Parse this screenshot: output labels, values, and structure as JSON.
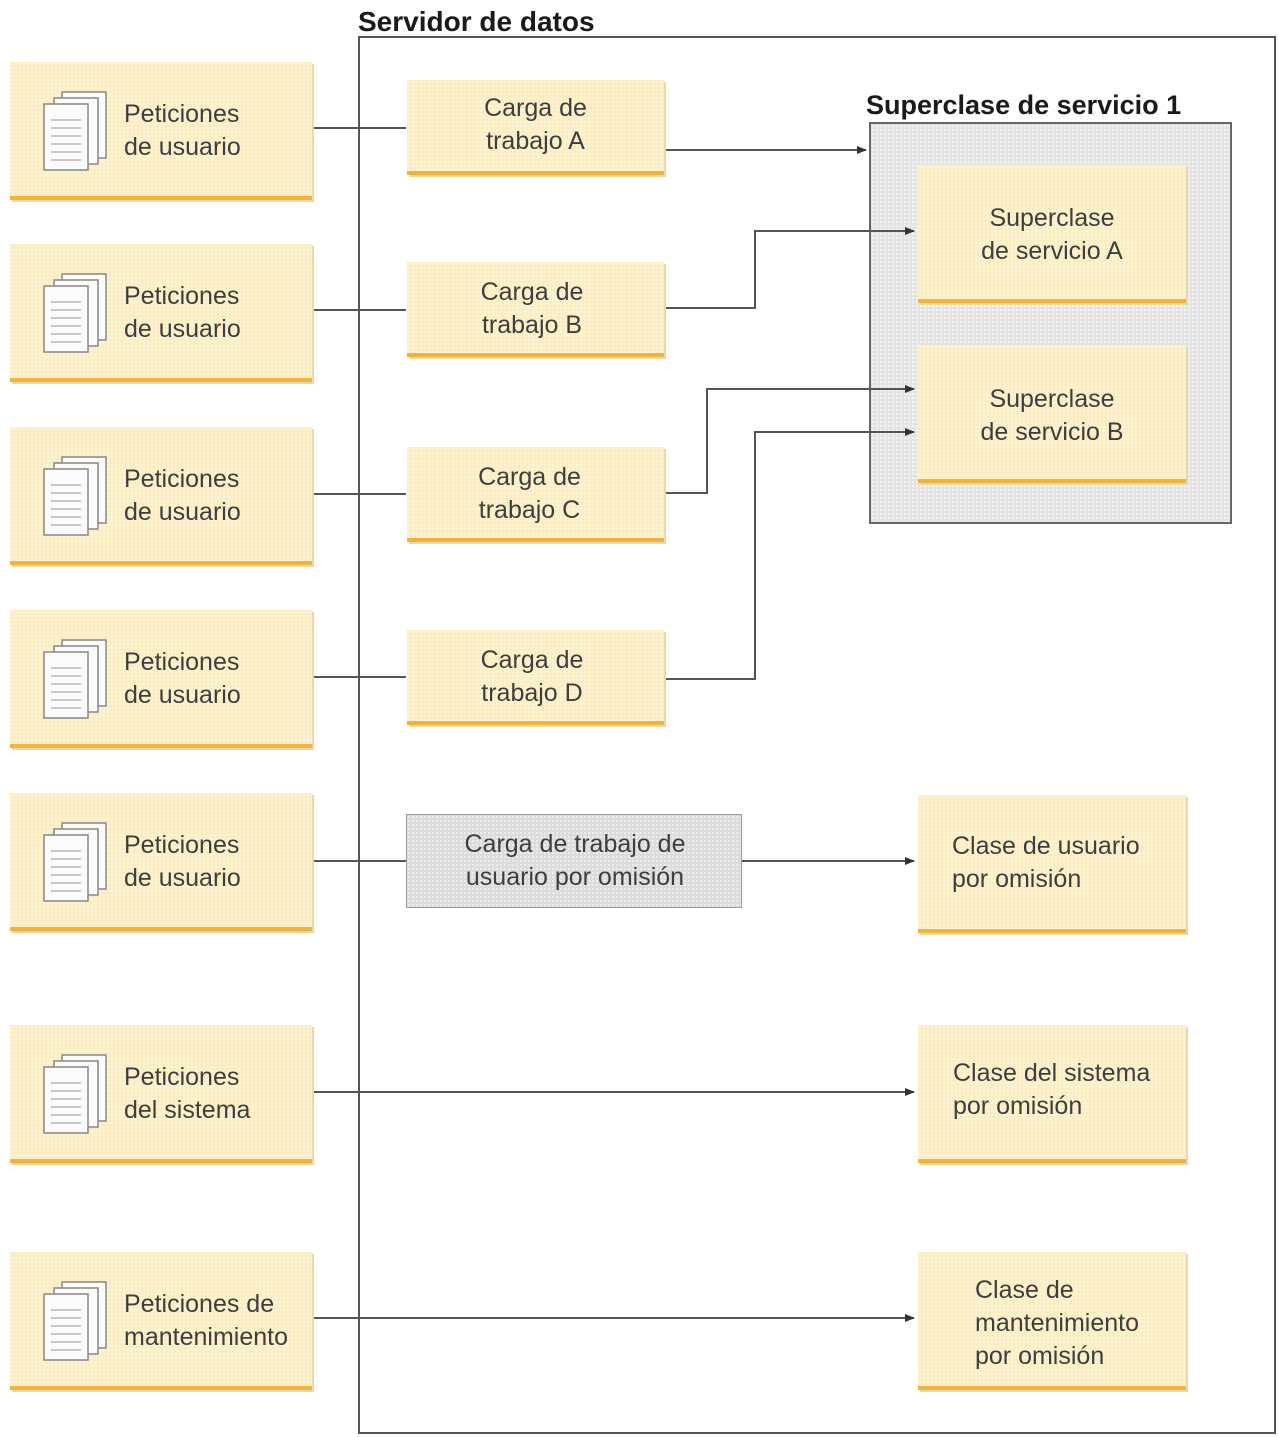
{
  "server": {
    "title": "Servidor de datos"
  },
  "superclass": {
    "title": "Superclase de servicio 1"
  },
  "requests": [
    {
      "line1": "Peticiones",
      "line2": "de usuario",
      "icon": "documents-icon"
    },
    {
      "line1": "Peticiones",
      "line2": "de usuario",
      "icon": "documents-icon"
    },
    {
      "line1": "Peticiones",
      "line2": "de usuario",
      "icon": "documents-icon"
    },
    {
      "line1": "Peticiones",
      "line2": "de usuario",
      "icon": "documents-icon"
    },
    {
      "line1": "Peticiones",
      "line2": "de usuario",
      "icon": "documents-icon"
    },
    {
      "line1": "Peticiones",
      "line2": "del sistema",
      "icon": "documents-icon"
    },
    {
      "line1": "Peticiones de",
      "line2": "mantenimiento",
      "icon": "documents-icon"
    }
  ],
  "workloads": [
    {
      "line1": "Carga de",
      "line2": "trabajo A"
    },
    {
      "line1": "Carga de",
      "line2": "trabajo B"
    },
    {
      "line1": "Carga de",
      "line2": "trabajo C"
    },
    {
      "line1": "Carga de",
      "line2": "trabajo D"
    },
    {
      "line1": "Carga de trabajo de",
      "line2": "usuario por omisión"
    }
  ],
  "subclasses": [
    {
      "line1": "Superclase",
      "line2": "de servicio A"
    },
    {
      "line1": "Superclase",
      "line2": "de servicio B"
    }
  ],
  "default_classes": [
    {
      "line1": "Clase de usuario",
      "line2": "por omisión",
      "line3": ""
    },
    {
      "line1": "Clase del sistema",
      "line2": "por omisión",
      "line3": ""
    },
    {
      "line1": "Clase de",
      "line2": "mantenimiento",
      "line3": "por omisión"
    }
  ],
  "colors": {
    "box_fill": "#fbeec3",
    "box_edge": "#f0b43c",
    "gray_fill": "#dcdcdc",
    "line": "#555555"
  }
}
